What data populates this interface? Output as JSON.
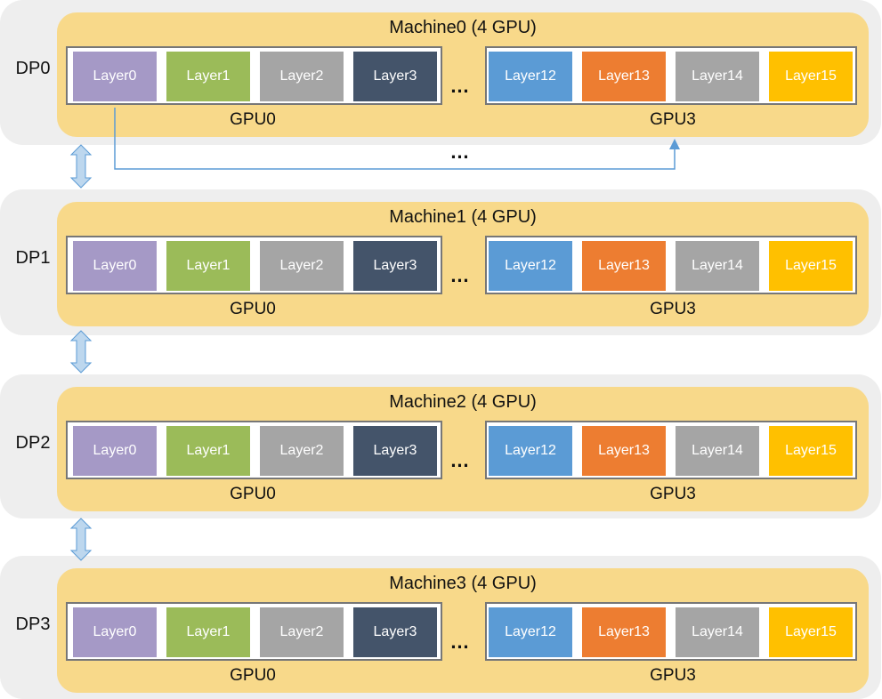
{
  "colors": {
    "Layer0": "#a599c6",
    "Layer1": "#9bbb59",
    "Layer2": "#a5a5a5",
    "Layer3": "#44546a",
    "Layer12": "#5b9bd5",
    "Layer13": "#ed7d31",
    "Layer14": "#a5a5a5",
    "Layer15": "#ffc000",
    "dp_panel": "#eeeeee",
    "machine": "#f8d98a",
    "arrow": "#5b9bd5",
    "connector": "#bdd7ee"
  },
  "gpu0_layers": [
    "Layer0",
    "Layer1",
    "Layer2",
    "Layer3"
  ],
  "gpu3_layers": [
    "Layer12",
    "Layer13",
    "Layer14",
    "Layer15"
  ],
  "gpu0_label": "GPU0",
  "gpu3_label": "GPU3",
  "ellipsis": "…",
  "pipeline_ellipsis": "…",
  "rows": [
    {
      "dp": "DP0",
      "machine": "Machine0 (4 GPU)"
    },
    {
      "dp": "DP1",
      "machine": "Machine1 (4 GPU)"
    },
    {
      "dp": "DP2",
      "machine": "Machine2 (4 GPU)"
    },
    {
      "dp": "DP3",
      "machine": "Machine3 (4 GPU)"
    }
  ]
}
